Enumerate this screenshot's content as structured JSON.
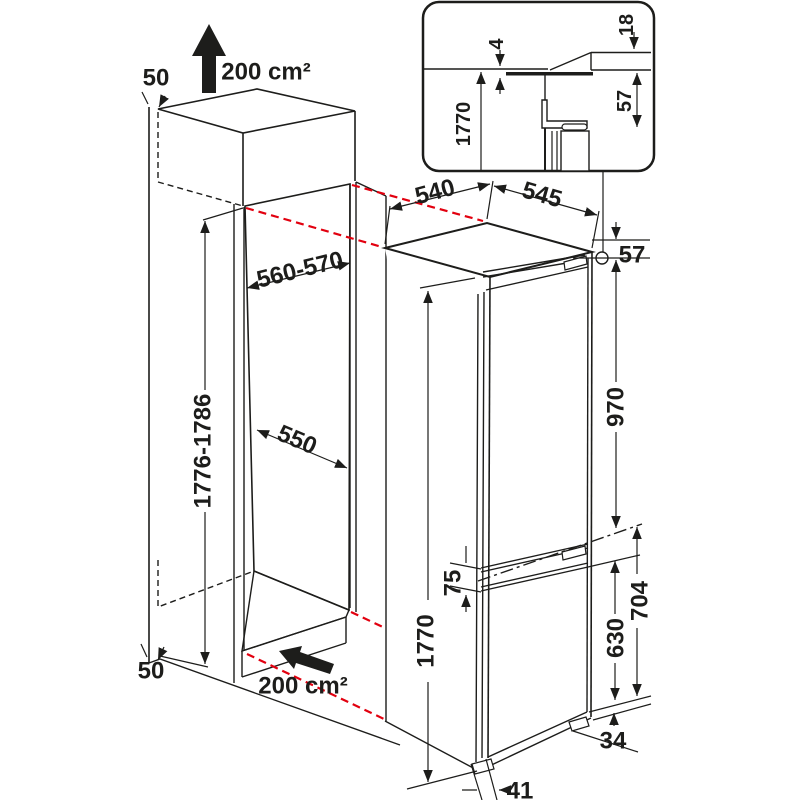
{
  "colors": {
    "line": "#1d1d1b",
    "projection": "#e2000f",
    "niche_wall": "#b3b3b3",
    "niche_floor": "#dadada"
  },
  "niche": {
    "top_clearance": "50",
    "top_vent": "200 cm²",
    "width": "560-570",
    "depth": "550",
    "height": "1776-1786",
    "bottom_clearance": "50",
    "bottom_vent": "200 cm²"
  },
  "fridge": {
    "depth": "540",
    "width": "545",
    "hinge_hole": "57",
    "upper_door": "970",
    "gap": "75",
    "height": "1770",
    "lower_door": "630",
    "lower_half": "704",
    "base_height": "34",
    "base_inset": "41"
  },
  "inset": {
    "top_gap": "4",
    "overlap": "18",
    "hinge": "57",
    "height": "1770"
  }
}
